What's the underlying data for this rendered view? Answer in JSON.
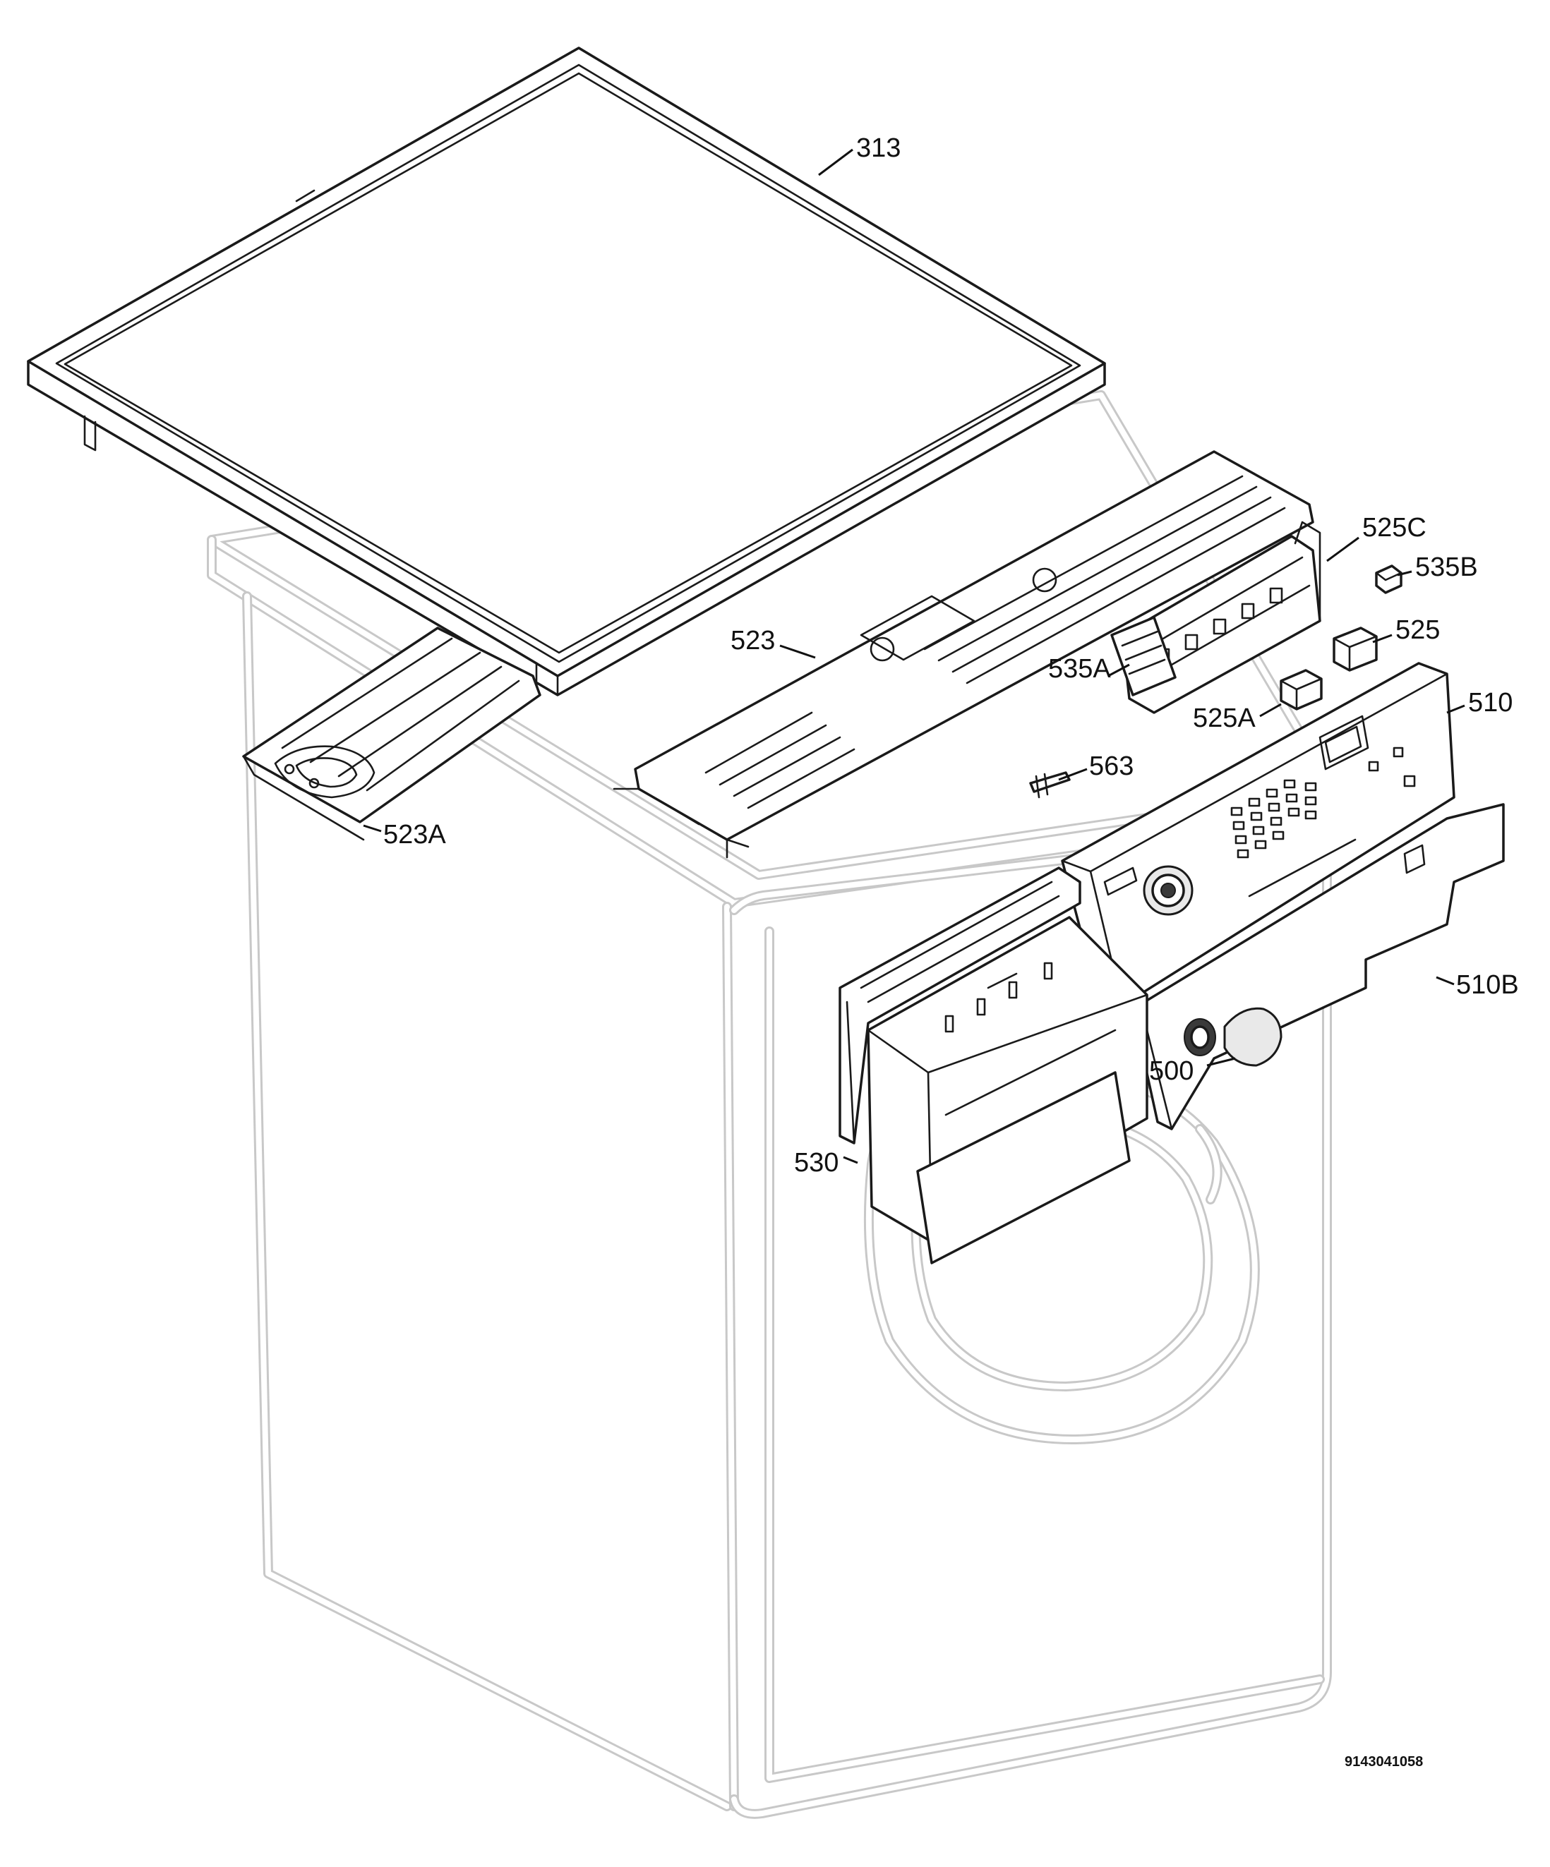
{
  "diagram": {
    "callouts": [
      {
        "id": "313",
        "label": "313"
      },
      {
        "id": "525C",
        "label": "525C"
      },
      {
        "id": "535B",
        "label": "535B"
      },
      {
        "id": "523",
        "label": "523"
      },
      {
        "id": "525",
        "label": "525"
      },
      {
        "id": "535A",
        "label": "535A"
      },
      {
        "id": "525A",
        "label": "525A"
      },
      {
        "id": "510",
        "label": "510"
      },
      {
        "id": "563",
        "label": "563"
      },
      {
        "id": "523A",
        "label": "523A"
      },
      {
        "id": "510B",
        "label": "510B"
      },
      {
        "id": "500",
        "label": "500"
      },
      {
        "id": "530",
        "label": "530"
      }
    ],
    "document_number": "9143041058"
  }
}
